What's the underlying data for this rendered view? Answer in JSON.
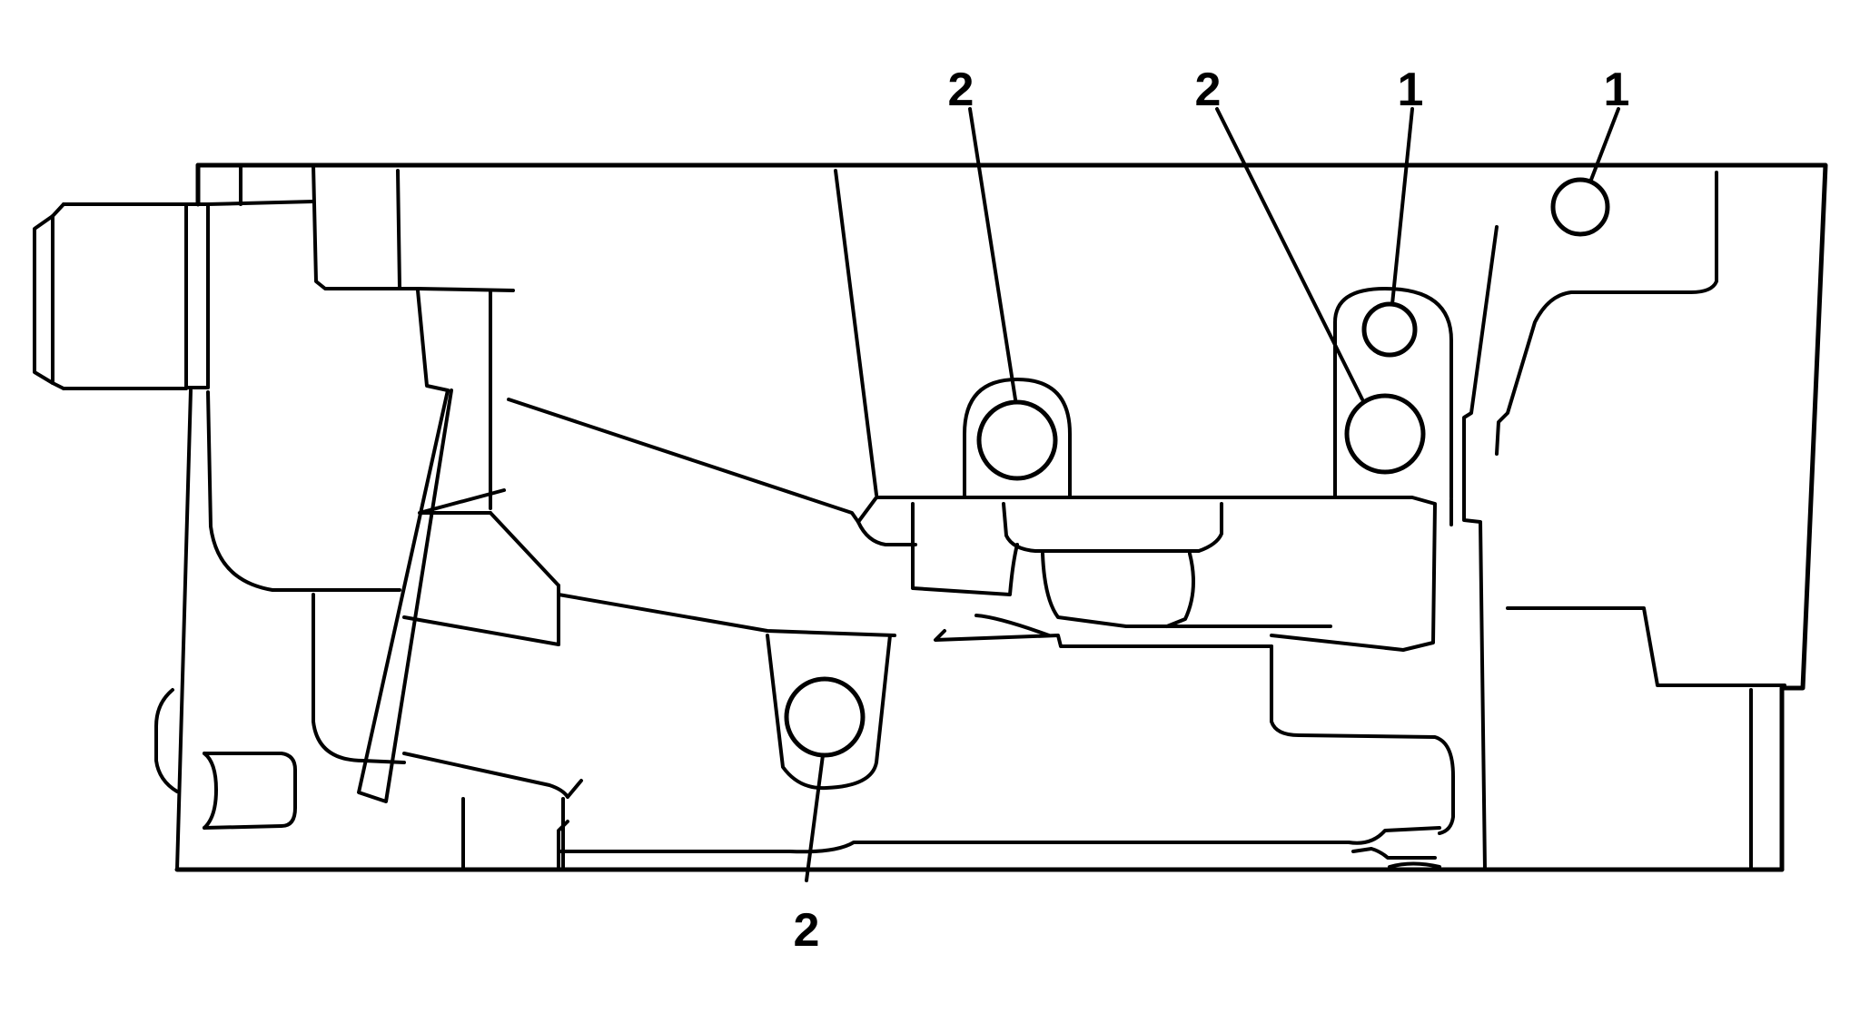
{
  "diagram": {
    "callouts": [
      {
        "id": "c1",
        "label": "2"
      },
      {
        "id": "c2",
        "label": "2"
      },
      {
        "id": "c3",
        "label": "1"
      },
      {
        "id": "c4",
        "label": "1"
      },
      {
        "id": "c5",
        "label": "2"
      }
    ]
  }
}
